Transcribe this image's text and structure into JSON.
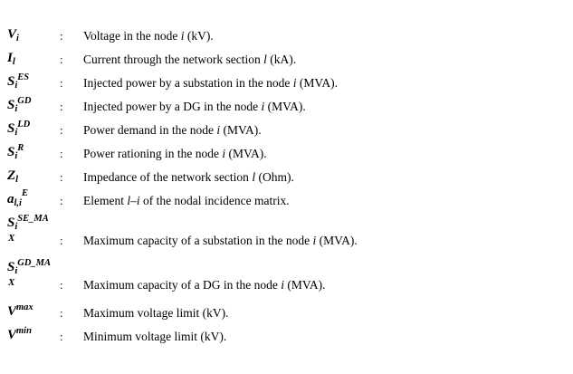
{
  "document": {
    "kind": "nomenclature-list",
    "separator": ":",
    "background_color": "#ffffff",
    "text_color": "#000000"
  },
  "entries": [
    {
      "id": "voltage-node",
      "symbol": {
        "base": "V",
        "sub": "i",
        "sup": "",
        "sup_wrap": ""
      },
      "separator": ":",
      "description_parts": [
        {
          "text": "Voltage in the node ",
          "italic": false
        },
        {
          "text": "i",
          "italic": true
        },
        {
          "text": " (kV).",
          "italic": false
        }
      ],
      "description": "Voltage in the node i (kV)."
    },
    {
      "id": "current-section",
      "symbol": {
        "base": "I",
        "sub": "l",
        "sup": "",
        "sup_wrap": ""
      },
      "separator": ":",
      "description_parts": [
        {
          "text": "Current through the network section ",
          "italic": false
        },
        {
          "text": "l",
          "italic": true
        },
        {
          "text": " (kA).",
          "italic": false
        }
      ],
      "description": "Current through the network section l (kA)."
    },
    {
      "id": "injected-power-substation",
      "symbol": {
        "base": "S",
        "sub": "i",
        "sup": "ES",
        "sup_wrap": ""
      },
      "separator": ":",
      "description_parts": [
        {
          "text": "Injected power by a substation in the node ",
          "italic": false
        },
        {
          "text": "i",
          "italic": true
        },
        {
          "text": " (MVA).",
          "italic": false
        }
      ],
      "description": "Injected power by a substation in the node i (MVA)."
    },
    {
      "id": "injected-power-dg",
      "symbol": {
        "base": "S",
        "sub": "i",
        "sup": "GD",
        "sup_wrap": ""
      },
      "separator": ":",
      "description_parts": [
        {
          "text": "Injected power by a DG in the node ",
          "italic": false
        },
        {
          "text": "i",
          "italic": true
        },
        {
          "text": " (MVA).",
          "italic": false
        }
      ],
      "description": "Injected power by a DG in the node i (MVA)."
    },
    {
      "id": "power-demand",
      "symbol": {
        "base": "S",
        "sub": "i",
        "sup": "LD",
        "sup_wrap": ""
      },
      "separator": ":",
      "description_parts": [
        {
          "text": "Power demand in the node ",
          "italic": false
        },
        {
          "text": "i",
          "italic": true
        },
        {
          "text": " (MVA).",
          "italic": false
        }
      ],
      "description": "Power demand in the node i (MVA)."
    },
    {
      "id": "power-rationing",
      "symbol": {
        "base": "S",
        "sub": "i",
        "sup": "R",
        "sup_wrap": ""
      },
      "separator": ":",
      "description_parts": [
        {
          "text": "Power rationing in the node ",
          "italic": false
        },
        {
          "text": "i",
          "italic": true
        },
        {
          "text": " (MVA).",
          "italic": false
        }
      ],
      "description": "Power rationing in the node i (MVA)."
    },
    {
      "id": "impedance-section",
      "symbol": {
        "base": "Z",
        "sub": "l",
        "sup": "",
        "sup_wrap": ""
      },
      "separator": ":",
      "description_parts": [
        {
          "text": "Impedance of the network section ",
          "italic": false
        },
        {
          "text": "l",
          "italic": true
        },
        {
          "text": " (Ohm).",
          "italic": false
        }
      ],
      "description": "Impedance of the network section l (Ohm)."
    },
    {
      "id": "incidence-matrix-element",
      "symbol": {
        "base": "a",
        "sub": "l,i",
        "sup": "E",
        "sup_wrap": "",
        "high_sup": true
      },
      "separator": ":",
      "description_parts": [
        {
          "text": "Element ",
          "italic": false
        },
        {
          "text": "l–i",
          "italic": true
        },
        {
          "text": " of the nodal incidence matrix.",
          "italic": false
        }
      ],
      "description": "Element l–i of the nodal incidence matrix."
    },
    {
      "id": "max-capacity-substation",
      "symbol": {
        "base": "S",
        "sub": "i",
        "sup": "SE_MA",
        "sup_wrap": "X"
      },
      "separator": ":",
      "description_parts": [
        {
          "text": "Maximum capacity of a substation in the node ",
          "italic": false
        },
        {
          "text": "i",
          "italic": true
        },
        {
          "text": " (MVA).",
          "italic": false
        }
      ],
      "description": "Maximum capacity of a substation in the node i (MVA)."
    },
    {
      "id": "max-capacity-dg",
      "symbol": {
        "base": "S",
        "sub": "i",
        "sup": "GD_MA",
        "sup_wrap": "X"
      },
      "separator": ":",
      "description_parts": [
        {
          "text": "Maximum capacity of a DG in the node ",
          "italic": false
        },
        {
          "text": "i",
          "italic": true
        },
        {
          "text": " (MVA).",
          "italic": false
        }
      ],
      "description": "Maximum capacity of a DG in the node i (MVA)."
    },
    {
      "id": "max-voltage-limit",
      "symbol": {
        "base": "V",
        "sub": "",
        "sup": "max",
        "sup_wrap": ""
      },
      "separator": ":",
      "description_parts": [
        {
          "text": "Maximum voltage limit (kV).",
          "italic": false
        }
      ],
      "description": "Maximum voltage limit (kV)."
    },
    {
      "id": "min-voltage-limit",
      "symbol": {
        "base": "V",
        "sub": "",
        "sup": "min",
        "sup_wrap": ""
      },
      "separator": ":",
      "description_parts": [
        {
          "text": "Minimum voltage limit (kV).",
          "italic": false
        }
      ],
      "description": "Minimum voltage limit (kV)."
    }
  ]
}
